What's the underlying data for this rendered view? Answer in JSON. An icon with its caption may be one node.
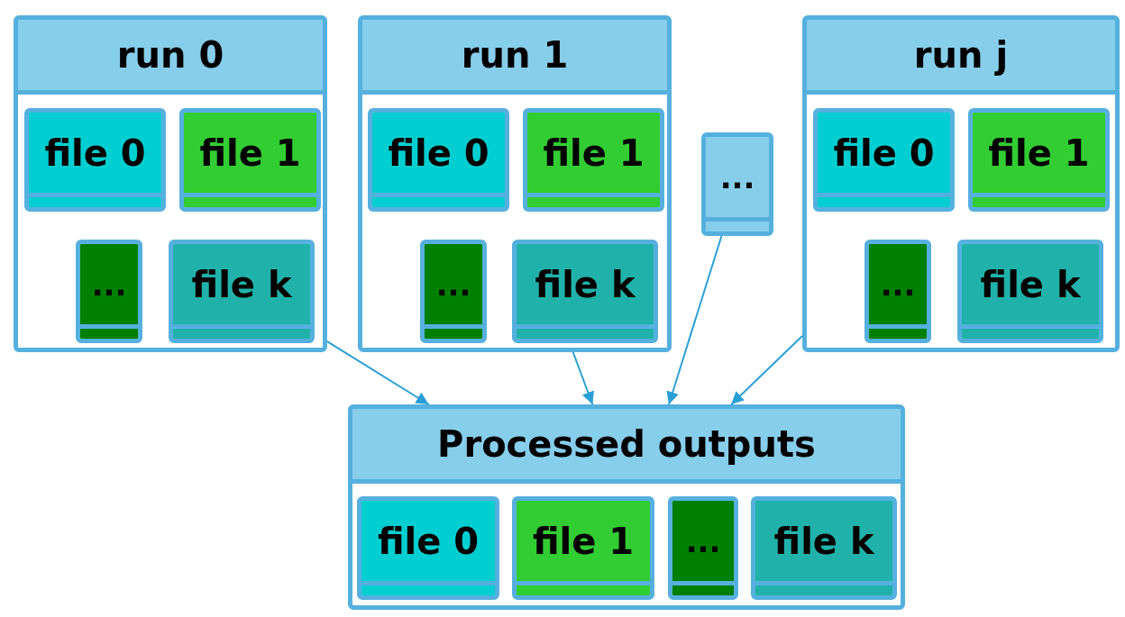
{
  "diagram": {
    "nodes": [
      {
        "text": [
          "run 0"
        ]
      },
      {
        "text": [
          "file 0"
        ],
        "in": 0
      },
      {
        "text": [
          "file 1"
        ],
        "in": 0
      },
      {
        "text": [
          "..."
        ],
        "in": 0
      },
      {
        "text": [
          "file k"
        ],
        "in": 0
      },
      {
        "text": [
          "run 1"
        ]
      },
      {
        "text": [
          "file 0"
        ],
        "in": 5
      },
      {
        "text": [
          "file 1"
        ],
        "in": 5
      },
      {
        "text": [
          "..."
        ],
        "in": 5
      },
      {
        "text": [
          "file k"
        ],
        "in": 5
      },
      {
        "text": [
          "..."
        ]
      },
      {
        "text": [
          "run j"
        ]
      },
      {
        "text": [
          "file 0"
        ],
        "in": 11
      },
      {
        "text": [
          "file 1"
        ],
        "in": 11
      },
      {
        "text": [
          "..."
        ],
        "in": 11
      },
      {
        "text": [
          "file k"
        ],
        "in": 11
      },
      {
        "text": [
          "Processed outputs"
        ]
      },
      {
        "text": [
          "file 0"
        ],
        "in": 16
      },
      {
        "text": [
          "file 1"
        ],
        "in": 16
      },
      {
        "text": [
          "..."
        ],
        "in": 16
      },
      {
        "text": [
          "file k"
        ],
        "in": 16
      }
    ],
    "edges": [
      {
        "from": 0,
        "to": 16,
        "arrow": "to"
      },
      {
        "from": 5,
        "to": 16,
        "arrow": "to"
      },
      {
        "from": 10,
        "to": 16,
        "arrow": "to"
      },
      {
        "from": 11,
        "to": 16,
        "arrow": "to"
      }
    ]
  }
}
